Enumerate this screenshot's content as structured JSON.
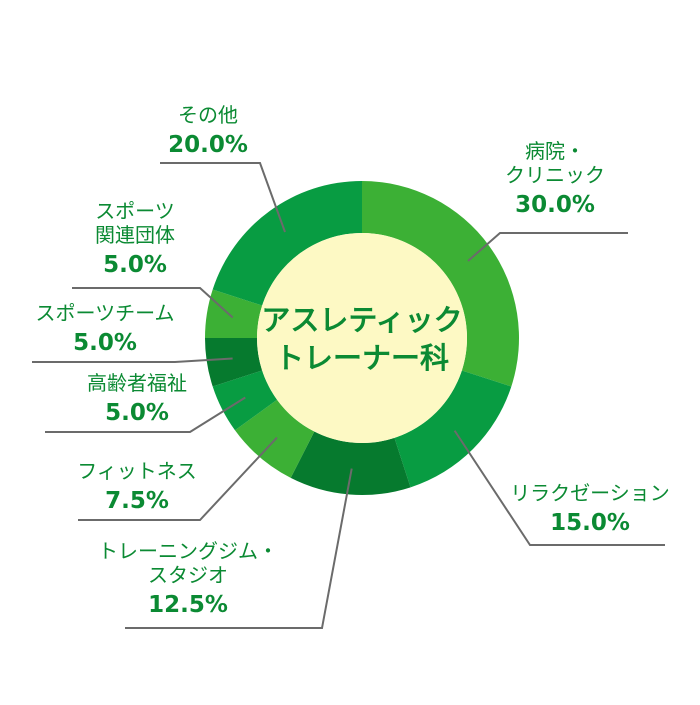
{
  "chart_data": {
    "type": "pie",
    "title": [
      "アスレティック",
      "トレーナー科"
    ],
    "colors": {
      "ring_light": "#3cb035",
      "ring_mid": "#089c42",
      "ring_dark": "#067a2e",
      "center_fill": "#fdf9c4",
      "text": "#0b8a33",
      "leader": "#6b6b6b"
    },
    "slices": [
      {
        "name": [
          "病院・",
          "クリニック"
        ],
        "value": 30.0,
        "label": "30.0%",
        "color": "#3cb035"
      },
      {
        "name": [
          "リラクゼーション"
        ],
        "value": 15.0,
        "label": "15.0%",
        "color": "#089c42"
      },
      {
        "name": [
          "トレーニングジム・",
          "スタジオ"
        ],
        "value": 12.5,
        "label": "12.5%",
        "color": "#067a2e"
      },
      {
        "name": [
          "フィットネス"
        ],
        "value": 7.5,
        "label": "7.5%",
        "color": "#3cb035"
      },
      {
        "name": [
          "高齢者福祉"
        ],
        "value": 5.0,
        "label": "5.0%",
        "color": "#089c42"
      },
      {
        "name": [
          "スポーツチーム"
        ],
        "value": 5.0,
        "label": "5.0%",
        "color": "#067a2e"
      },
      {
        "name": [
          "スポーツ",
          "関連団体"
        ],
        "value": 5.0,
        "label": "5.0%",
        "color": "#3cb035"
      },
      {
        "name": [
          "その他"
        ],
        "value": 20.0,
        "label": "20.0%",
        "color": "#089c42"
      }
    ]
  }
}
